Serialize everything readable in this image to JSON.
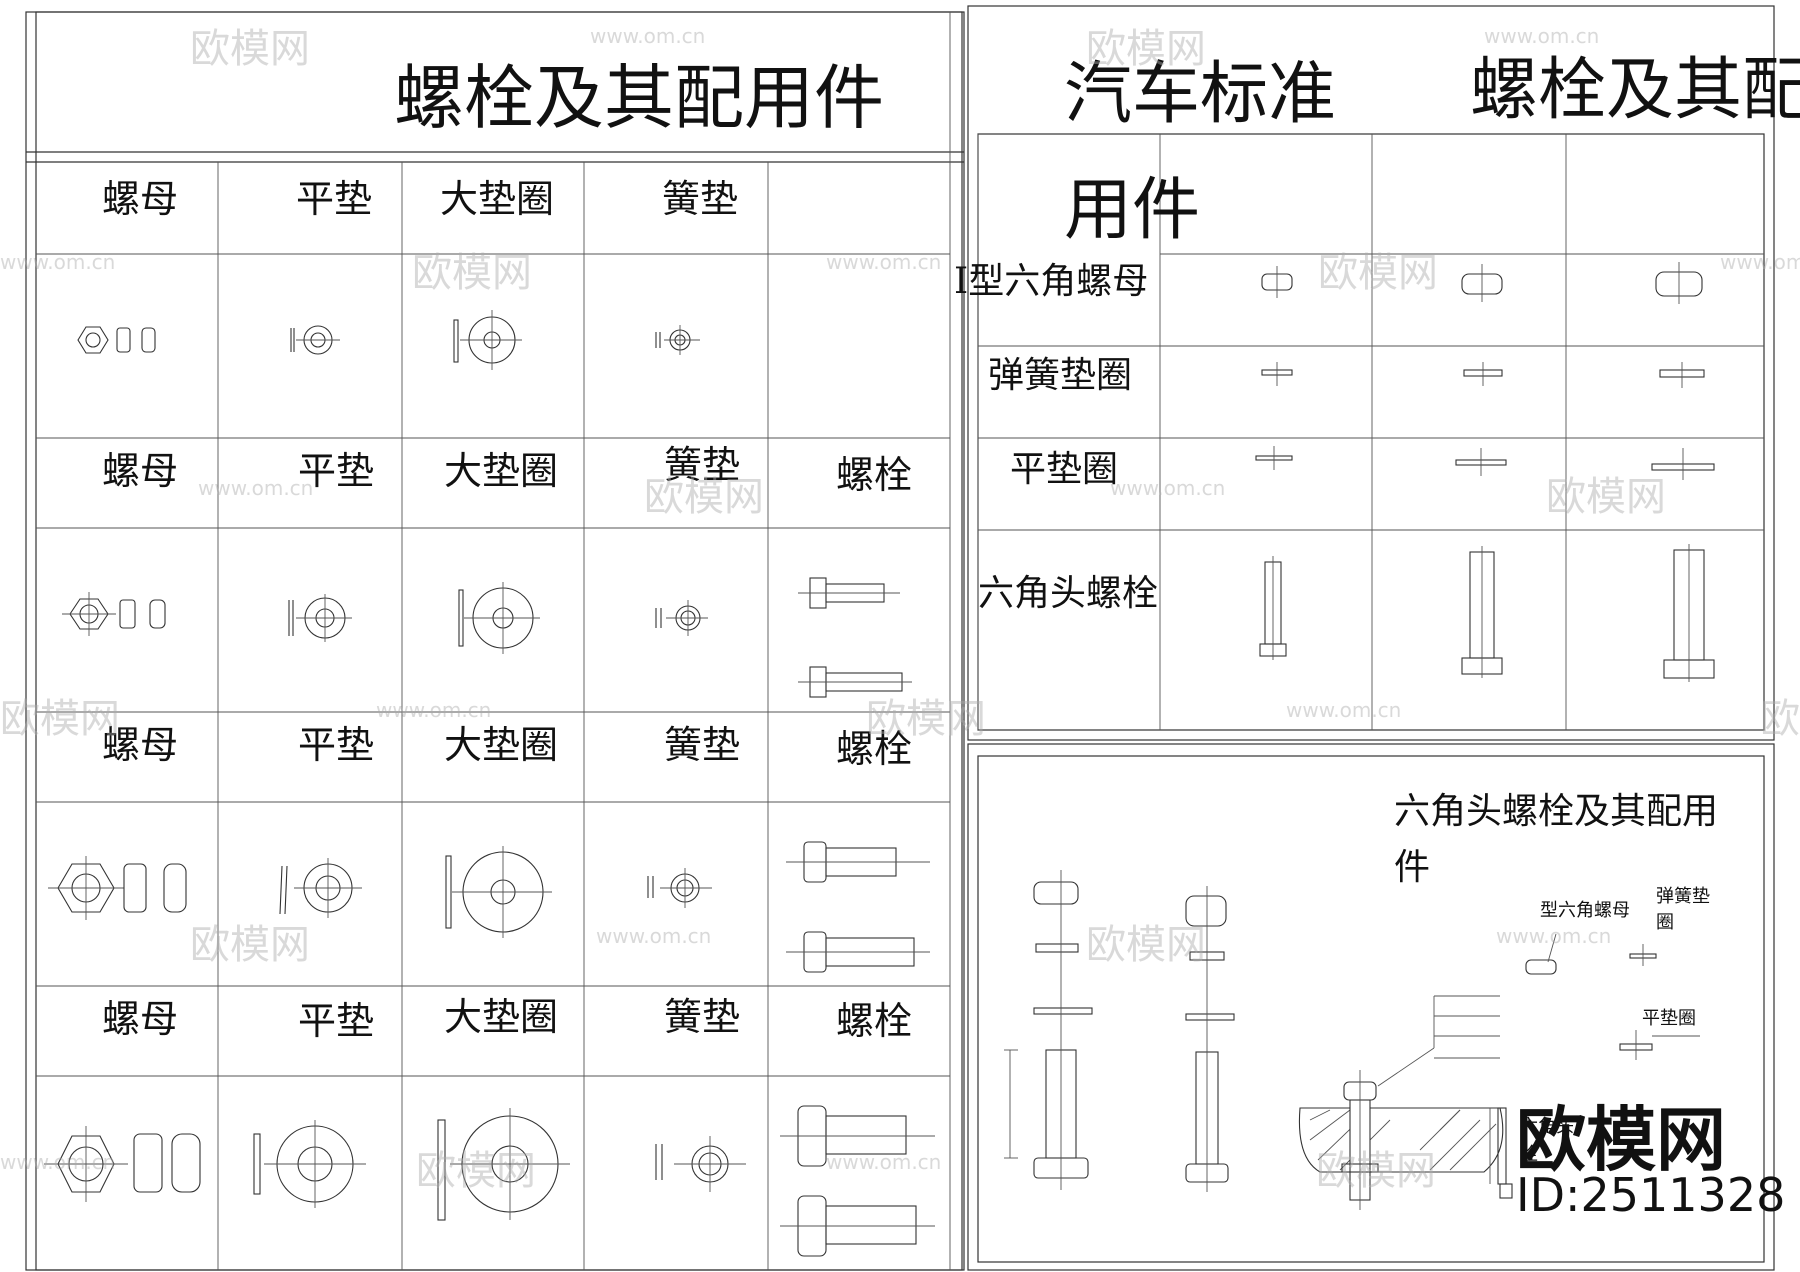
{
  "left_sheet": {
    "title": "螺栓及其配用件",
    "row_labels": [
      [
        "螺母",
        "平垫",
        "大垫圈",
        "簧垫",
        ""
      ],
      [
        "螺母",
        "平垫",
        "大垫圈",
        "簧垫",
        "螺栓"
      ],
      [
        "螺母",
        "平垫",
        "大垫圈",
        "簧垫",
        "螺栓"
      ],
      [
        "螺母",
        "平垫",
        "大垫圈",
        "簧垫",
        "螺栓"
      ]
    ]
  },
  "right_top": {
    "title_a": "汽车标准",
    "title_b": "螺栓及其配",
    "title_c": "用件",
    "rows": [
      "I型六角螺母",
      "弹簧垫圈",
      "平垫圈",
      "六角头螺栓"
    ]
  },
  "right_bottom": {
    "title_line1": "六角头螺栓及其配用",
    "title_line2": "件",
    "callouts": {
      "nut": "型六角螺母",
      "spring_washer_1": "弹簧垫",
      "spring_washer_2": "圈",
      "flat_washer": "平垫圈",
      "bolt_partial_1": "六角头",
      "bolt_partial_2": "栓"
    }
  },
  "watermark": {
    "brand": "欧模网",
    "url": "www.om.cn",
    "id_label": "ID:2511328"
  }
}
